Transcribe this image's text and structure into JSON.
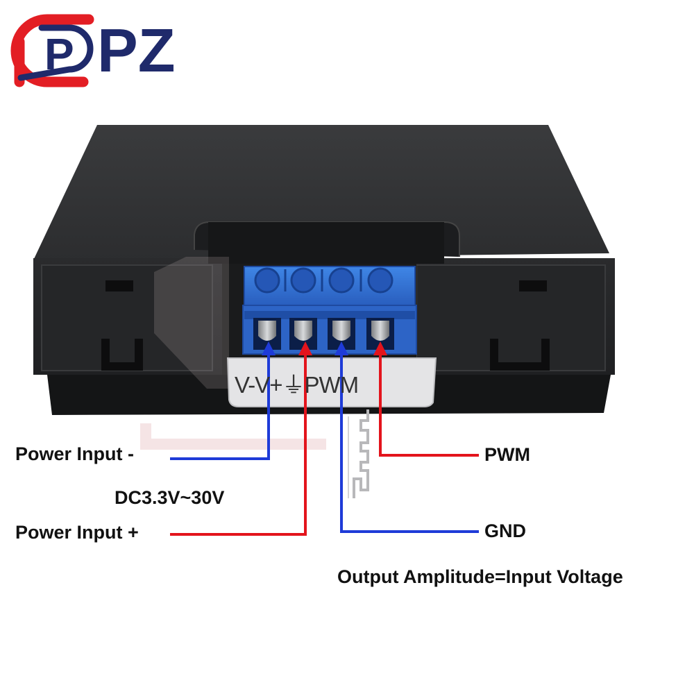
{
  "brand": {
    "mark_letter": "P",
    "name": "PZ",
    "accent_red": "#e31e24",
    "accent_navy": "#1f2a6b"
  },
  "device": {
    "pin_label": "V-V+⏚PWM",
    "terminal_count": 4,
    "body_color": "#2b2c2e",
    "terminal_color": "#2f6fd0"
  },
  "labels": {
    "power_minus": "Power Input -",
    "voltage_range": "DC3.3V~30V",
    "power_plus": "Power Input +",
    "pwm": "PWM",
    "gnd": "GND",
    "output_note": "Output Amplitude=Input Voltage"
  },
  "wire_colors": {
    "negative": "#1e3bd8",
    "positive": "#e3141c"
  },
  "icons": {
    "waveform": "square-wave-icon",
    "ground": "ground-symbol-icon",
    "arrow": "arrow-up-icon"
  }
}
